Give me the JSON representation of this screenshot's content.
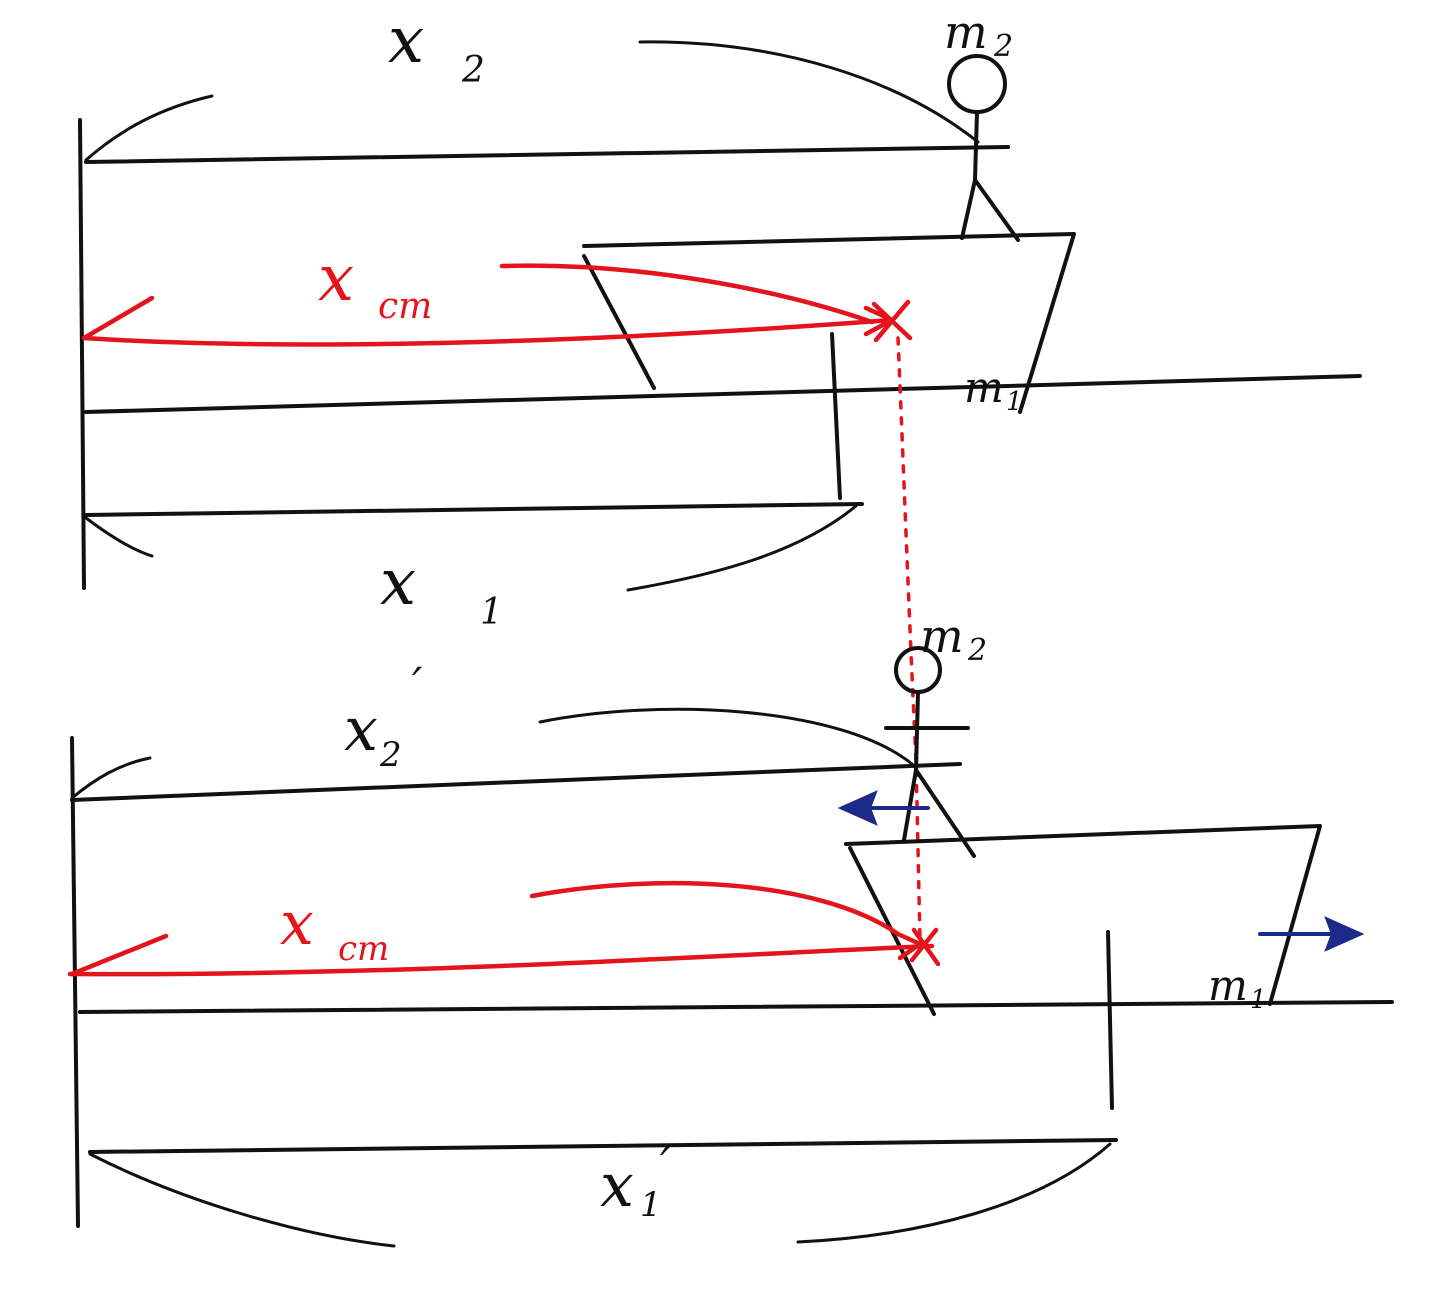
{
  "labels": {
    "top_x2": "x",
    "top_x2_sub": "2",
    "top_m2": "m",
    "top_m2_sub": "2",
    "top_m1": "m",
    "top_m1_sub": "1",
    "top_xcm": "x",
    "top_xcm_sub": "cm",
    "top_x1": "x",
    "top_x1_sub": "1",
    "bottom_x2": "x",
    "bottom_x2_sub": "2",
    "bottom_x2_prime": "′",
    "bottom_m2": "m",
    "bottom_m2_sub": "2",
    "bottom_m1": "m",
    "bottom_m1_sub": "1",
    "bottom_xcm": "x",
    "bottom_xcm_sub": "cm",
    "bottom_x1": "x",
    "bottom_x1_sub": "1",
    "bottom_x1_prime": "′"
  },
  "colors": {
    "ink": "#111111",
    "center_of_mass": "#e4141c",
    "motion_arrows": "#1c2a8a"
  }
}
